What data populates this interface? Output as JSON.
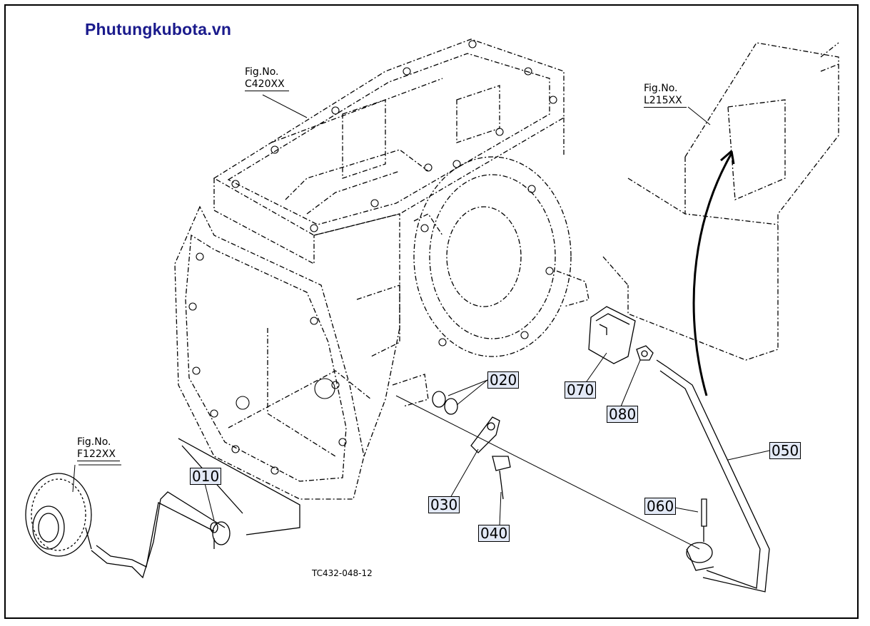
{
  "brand": {
    "text": "Phutungkubota.vn",
    "color": "#1a1a8c"
  },
  "figure_refs": [
    {
      "label": "Fig.No.",
      "code": "C420XX"
    },
    {
      "label": "Fig.No.",
      "code": "L215XX"
    },
    {
      "label": "Fig.No.",
      "code": "F122XX"
    }
  ],
  "callouts": [
    "010",
    "020",
    "030",
    "040",
    "050",
    "060",
    "070",
    "080"
  ],
  "drawing_code": "TC432-048-12",
  "colors": {
    "callout_fill": "#e3e9f6",
    "line": "#000000"
  }
}
